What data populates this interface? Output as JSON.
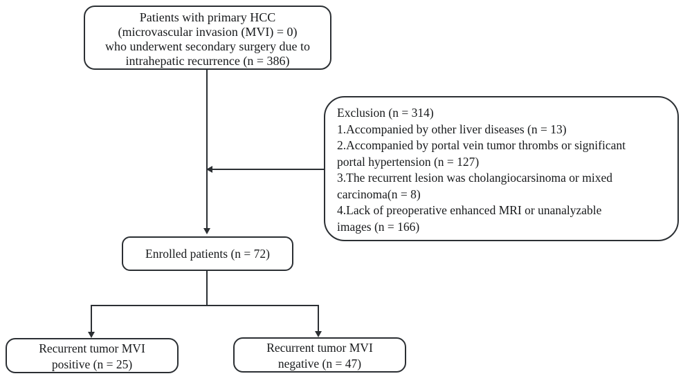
{
  "flowchart": {
    "top_box": {
      "lines": [
        "Patients with primary HCC",
        "(microvascular invasion (MVI) = 0)",
        "who underwent secondary surgery due to",
        "intrahepatic recurrence (n = 386)"
      ]
    },
    "exclusion_box": {
      "lines": [
        "Exclusion (n = 314)",
        "1.Accompanied by other liver diseases (n = 13)",
        "2.Accompanied by portal vein tumor thrombs or significant",
        "portal hypertension (n = 127)",
        "3.The recurrent lesion was cholangiocarsinoma or mixed",
        "carcinoma(n = 8)",
        "4.Lack of preoperative enhanced MRI or unanalyzable",
        "images (n = 166)"
      ]
    },
    "enrolled_box": {
      "label": "Enrolled patients (n = 72)"
    },
    "mvi_positive_box": {
      "lines": [
        "Recurrent tumor MVI",
        "positive (n = 25)"
      ]
    },
    "mvi_negative_box": {
      "lines": [
        "Recurrent tumor MVI",
        "negative (n = 47)"
      ]
    },
    "colors": {
      "line": "#2b2f33",
      "text": "#17191b",
      "background": "#ffffff"
    }
  }
}
